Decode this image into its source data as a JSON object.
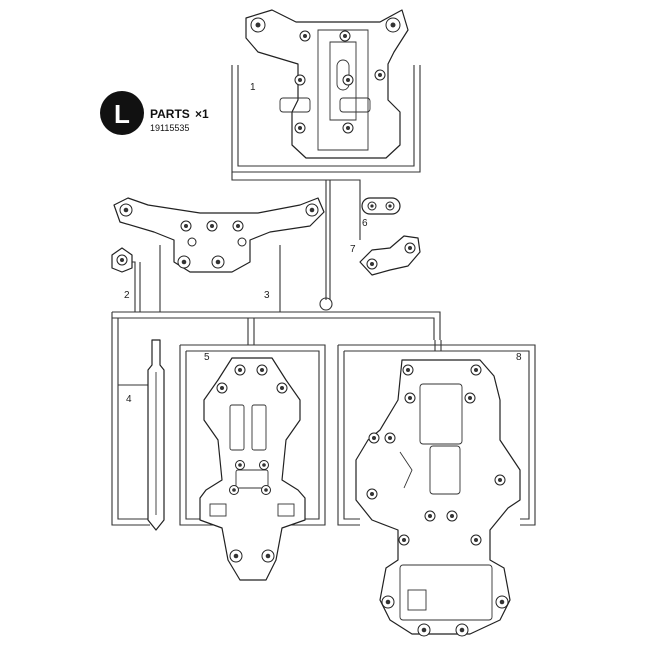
{
  "sheet": {
    "badge_letter": "L",
    "title": "PARTS",
    "quantity": "×1",
    "part_code": "19115535"
  },
  "parts": [
    {
      "number": "1"
    },
    {
      "number": "2"
    },
    {
      "number": "3"
    },
    {
      "number": "4"
    },
    {
      "number": "5"
    },
    {
      "number": "6"
    },
    {
      "number": "7"
    },
    {
      "number": "8"
    }
  ]
}
